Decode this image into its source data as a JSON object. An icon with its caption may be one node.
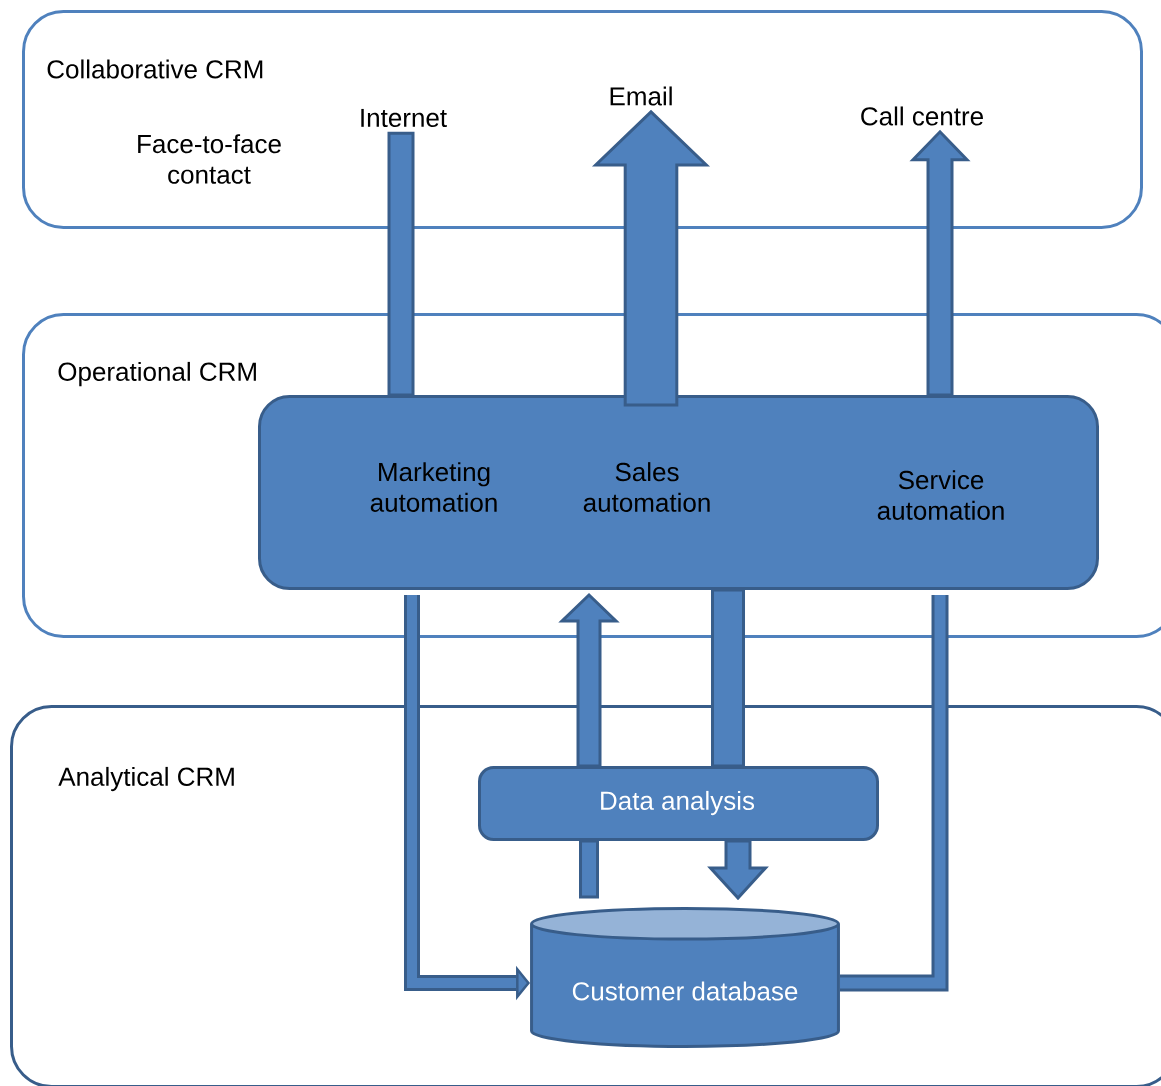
{
  "diagram": {
    "nodes": [
      {
        "text": [
          "Collaborative CRM"
        ]
      },
      {
        "text": [
          "Face-to-face contact"
        ],
        "in": 0
      },
      {
        "text": [
          "Internet"
        ],
        "in": 0
      },
      {
        "text": [
          "Email"
        ],
        "in": 0
      },
      {
        "text": [
          "Call centre"
        ],
        "in": 0
      },
      {
        "text": [
          "Operational CRM"
        ]
      },
      {
        "text": [
          "Marketing automation",
          "Sales automation",
          "Service automation"
        ],
        "in": 5
      },
      {
        "text": [
          "Analytical CRM"
        ]
      },
      {
        "text": [
          "Data analysis"
        ],
        "in": 7
      },
      {
        "text": [
          "Customer database"
        ],
        "in": 7
      }
    ],
    "edges": [
      {
        "from": 6,
        "to": 2,
        "arrow": "none"
      },
      {
        "from": 6,
        "to": 3,
        "arrow": "to",
        "style": "thick"
      },
      {
        "from": 6,
        "to": 4,
        "arrow": "to"
      },
      {
        "from": 6,
        "to": 9,
        "arrow": "to"
      },
      {
        "from": 8,
        "to": 6,
        "arrow": "to"
      },
      {
        "from": 6,
        "to": 8,
        "arrow": "none"
      },
      {
        "from": 9,
        "to": 8,
        "arrow": "none"
      },
      {
        "from": 8,
        "to": 9,
        "arrow": "to"
      },
      {
        "from": 9,
        "to": 6,
        "arrow": "none"
      }
    ]
  }
}
